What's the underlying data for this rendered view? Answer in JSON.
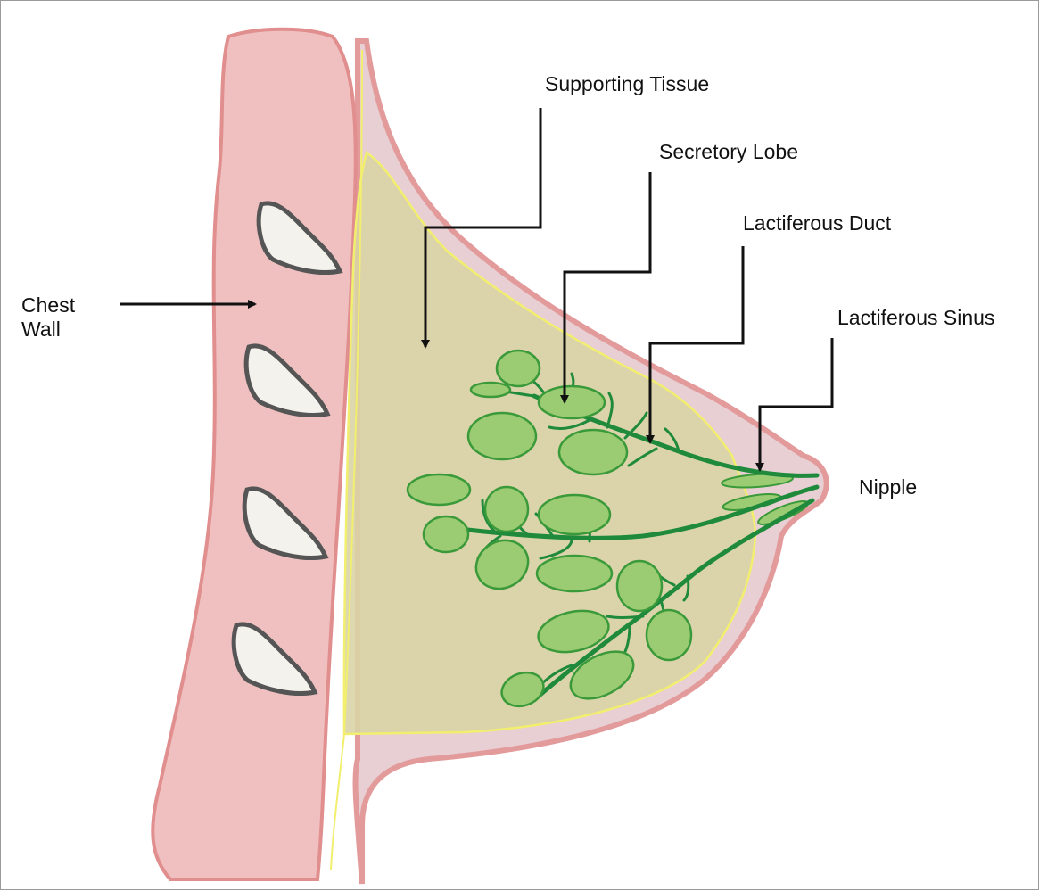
{
  "labels": {
    "chest_wall": [
      "Chest",
      "Wall"
    ],
    "supporting_tissue": "Supporting Tissue",
    "secretory_lobe": "Secretory Lobe",
    "lactiferous_duct": "Lactiferous Duct",
    "lactiferous_sinus": "Lactiferous Sinus",
    "nipple": "Nipple"
  },
  "colors": {
    "chest_wall_fill": "#f0c0c0",
    "chest_wall_stroke": "#e08e8e",
    "skin_fill": "#e7cfd3",
    "tissue_fill": "#d9d4a6",
    "tissue_outline": "#f2ee6e",
    "lobule_fill": "#9bcb72",
    "lobule_stroke": "#3a9a3a",
    "duct": "#1f8a3c",
    "rib_fill": "#f3f2ec",
    "rib_stroke": "#555555",
    "arrow": "#111111"
  }
}
